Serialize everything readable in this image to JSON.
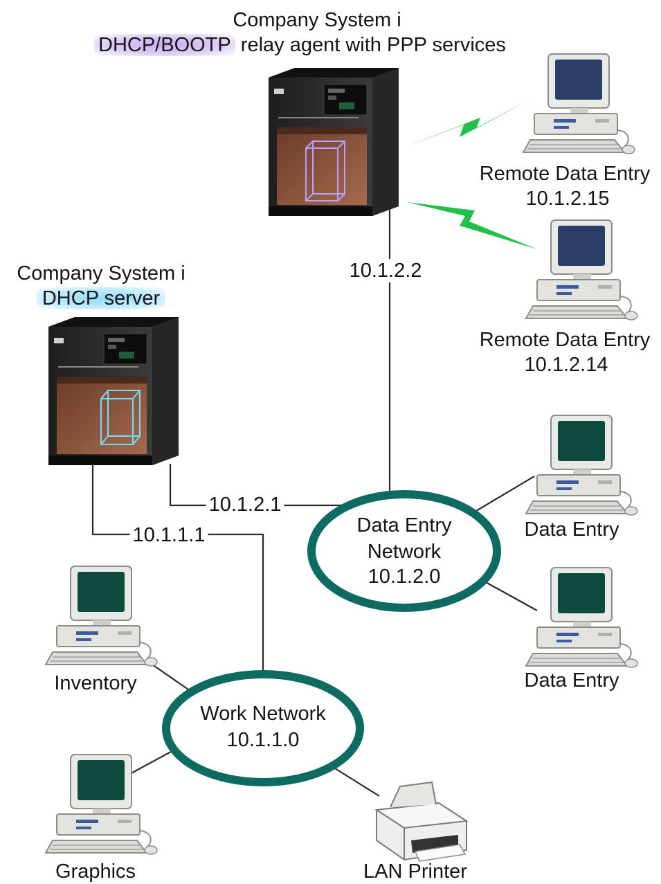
{
  "relay_system": {
    "title": "Company System i",
    "highlight": "DHCP/BOOTP",
    "subtitle_rest": " relay agent with PPP services",
    "ip": "10.1.2.2"
  },
  "dhcp_system": {
    "title": "Company System i",
    "highlight": "DHCP server",
    "ip_data_net": "10.1.2.1",
    "ip_work_net": "10.1.1.1"
  },
  "remote_clients": [
    {
      "name": "Remote Data Entry",
      "ip": "10.1.2.15"
    },
    {
      "name": "Remote Data Entry",
      "ip": "10.1.2.14"
    }
  ],
  "data_entry_network": {
    "line1": "Data Entry",
    "line2": "Network",
    "address": "10.1.2.0",
    "clients": [
      "Data Entry",
      "Data Entry"
    ]
  },
  "work_network": {
    "line1": "Work Network",
    "address": "10.1.1.0",
    "clients": [
      "Inventory",
      "Graphics",
      "LAN Printer"
    ]
  },
  "colors": {
    "network_ring": "#0e6b62",
    "wireless_link": "#22c04a",
    "relay_highlight": "#c9aef0",
    "server_highlight": "#8fdcff"
  }
}
